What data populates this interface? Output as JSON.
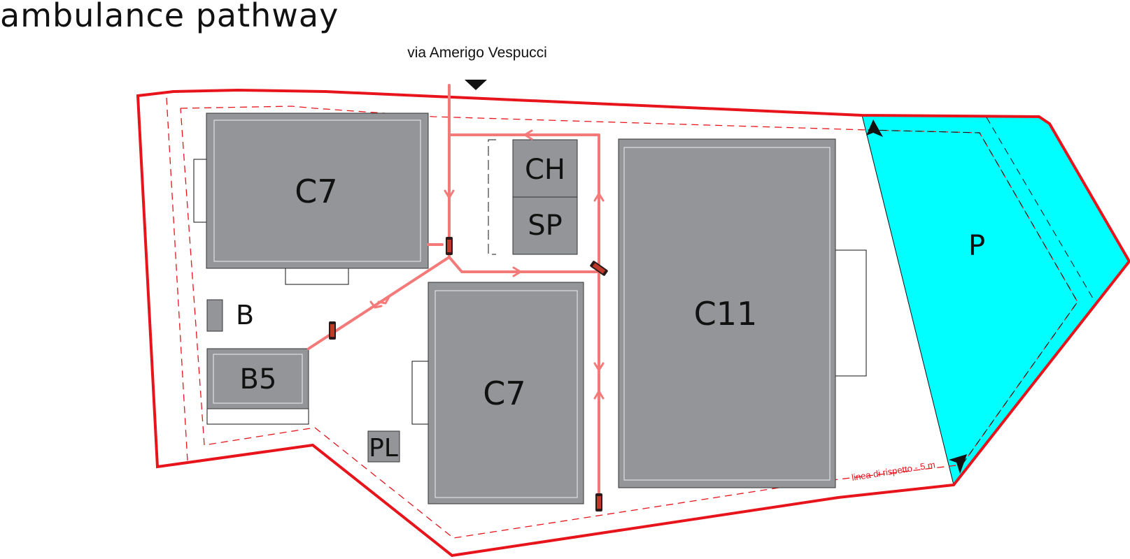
{
  "title": "ambulance pathway",
  "street_label": "via Amerigo Vespucci",
  "setback_label": "linea di rispetto - 5 m",
  "buildings": {
    "c7_north": "C7",
    "ch": "CH",
    "sp": "SP",
    "b": "B",
    "b5": "B5",
    "pl": "PL",
    "c7_south": "C7",
    "c11": "C11"
  },
  "parking_label": "P",
  "colors": {
    "boundary": "#e8141c",
    "setback": "#e8141c",
    "path": "#f47a7a",
    "building": "#939598",
    "parking": "#00ffff",
    "ambulance": "#c0392b"
  },
  "icons": [
    "entrance-arrow-icon",
    "ambulance-icon",
    "path-direction-arrow-icon",
    "parking-access-arrow-icon"
  ]
}
